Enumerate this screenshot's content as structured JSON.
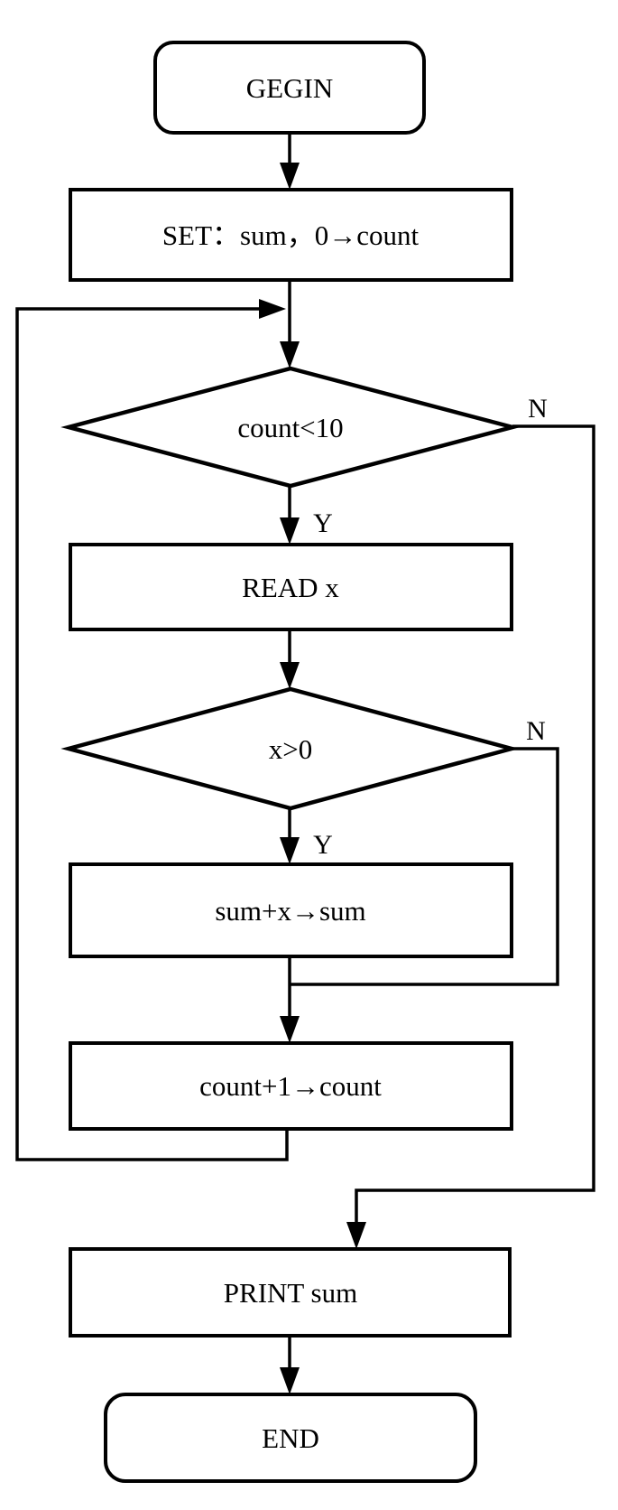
{
  "diagram": {
    "type": "flowchart",
    "background_color": "#ffffff",
    "stroke_color": "#000000",
    "nodes": [
      {
        "id": "begin",
        "shape": "terminator",
        "label": "GEGIN"
      },
      {
        "id": "init",
        "shape": "process",
        "label": "SET：sum，0→count"
      },
      {
        "id": "loop-cond",
        "shape": "decision",
        "label": "count<10"
      },
      {
        "id": "read",
        "shape": "process",
        "label": "READ x"
      },
      {
        "id": "sign-cond",
        "shape": "decision",
        "label": "x>0"
      },
      {
        "id": "accumulate",
        "shape": "process",
        "label": "sum+x→sum"
      },
      {
        "id": "increment",
        "shape": "process",
        "label": "count+1→count"
      },
      {
        "id": "print",
        "shape": "process",
        "label": "PRINT sum"
      },
      {
        "id": "end",
        "shape": "terminator",
        "label": "END"
      }
    ],
    "branch_labels": {
      "yes": "Y",
      "no": "N"
    },
    "edges": [
      {
        "from": "begin",
        "to": "init"
      },
      {
        "from": "init",
        "to": "loop-cond"
      },
      {
        "from": "loop-cond",
        "to": "read",
        "label": "Y"
      },
      {
        "from": "loop-cond",
        "to": "print",
        "label": "N"
      },
      {
        "from": "read",
        "to": "sign-cond"
      },
      {
        "from": "sign-cond",
        "to": "accumulate",
        "label": "Y"
      },
      {
        "from": "sign-cond",
        "to": "increment",
        "label": "N"
      },
      {
        "from": "accumulate",
        "to": "increment"
      },
      {
        "from": "increment",
        "to": "loop-cond"
      },
      {
        "from": "print",
        "to": "end"
      }
    ]
  }
}
